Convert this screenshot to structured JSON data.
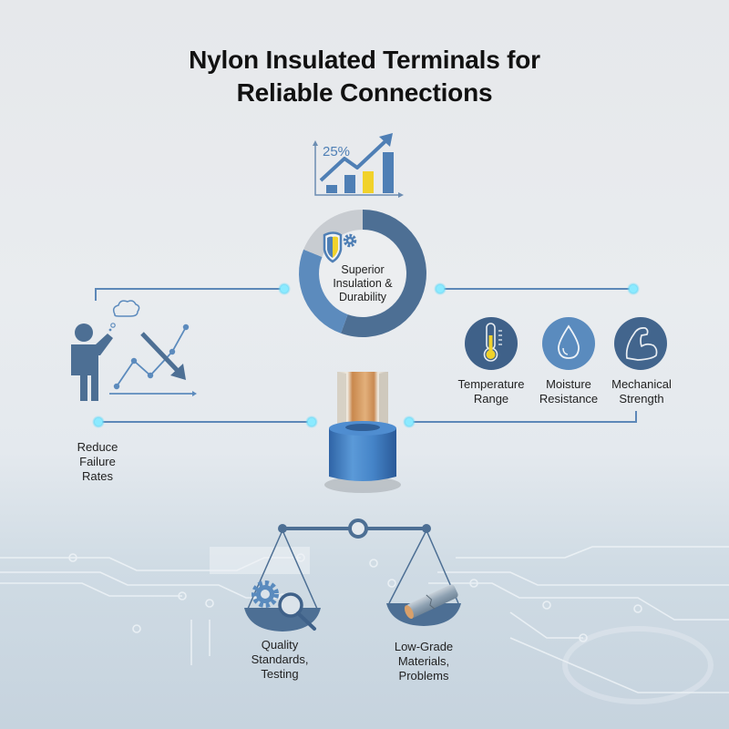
{
  "title": {
    "line1": "Nylon Insulated Terminals for",
    "line2": "Reliable Connections"
  },
  "growth_chart": {
    "label": "25%",
    "icon": "bar-chart-growth-icon",
    "bar_colors": [
      "#4f7fb5",
      "#4f7fb5",
      "#f1d22b",
      "#4f7fb5"
    ]
  },
  "center_ring": {
    "lines": [
      "Superior",
      "Insulation &",
      "Durability"
    ],
    "icons": [
      "shield-icon",
      "gear-icon"
    ],
    "segments": [
      {
        "color": "#4d6f94",
        "start_deg": 0,
        "end_deg": 200
      },
      {
        "color": "#5c8bbd",
        "start_deg": 200,
        "end_deg": 292
      },
      {
        "color": "#c8ccd1",
        "start_deg": 292,
        "end_deg": 360
      }
    ]
  },
  "left_feature": {
    "icon": "person-declining-chart-icon",
    "lines": [
      "Reduce",
      "Failure",
      "Rates"
    ]
  },
  "right_features": [
    {
      "icon": "thermometer-icon",
      "lines": [
        "Temperature",
        "Range"
      ],
      "circle_color": "#3f6189"
    },
    {
      "icon": "water-drop-icon",
      "lines": [
        "Moisture",
        "Resistance"
      ],
      "circle_color": "#5a8bbe"
    },
    {
      "icon": "flexed-arm-icon",
      "lines": [
        "Mechanical",
        "Strength"
      ],
      "circle_color": "#42658d"
    }
  ],
  "terminal": {
    "icon": "nylon-terminal-icon",
    "sleeve_color": "#3f7fc4",
    "barrel_color": "#d9a06a"
  },
  "balance": {
    "icon": "balance-scale-icon",
    "left": {
      "icon": "gear-magnifier-icon",
      "lines": [
        "Quality",
        "Standards,",
        "Testing"
      ]
    },
    "right": {
      "icon": "damaged-terminal-icon",
      "lines": [
        "Low-Grade",
        "Materials,",
        "Problems"
      ]
    }
  },
  "colors": {
    "accent_dark": "#3f6189",
    "accent": "#5a8bbe",
    "connector_line": "#5d88b8",
    "connector_dot": "#7be6ff",
    "highlight_yellow": "#f1d22b"
  }
}
